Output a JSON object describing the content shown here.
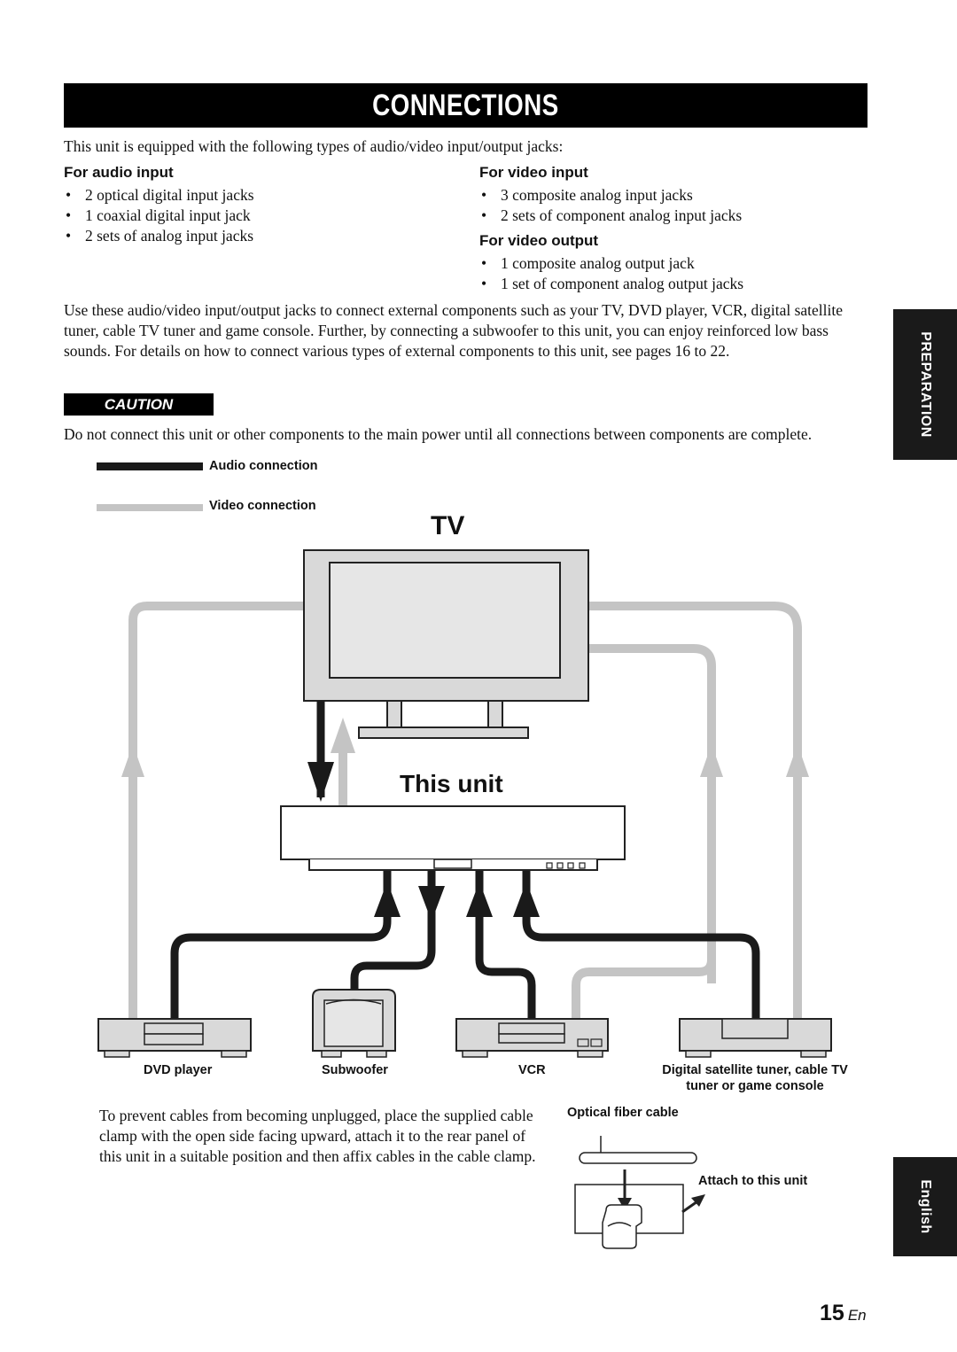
{
  "header": {
    "title": "CONNECTIONS"
  },
  "intro": "This unit is equipped with the following types of audio/video input/output jacks:",
  "audio_input": {
    "heading": "For audio input",
    "items": [
      "2 optical digital input jacks",
      "1 coaxial digital input jack",
      "2 sets of analog input jacks"
    ]
  },
  "video_input": {
    "heading": "For video input",
    "items": [
      "3 composite analog input jacks",
      "2 sets of component analog input jacks"
    ]
  },
  "video_output": {
    "heading": "For video output",
    "items": [
      "1 composite analog output jack",
      "1 set of component analog output jacks"
    ]
  },
  "usage_paragraph": "Use these audio/video input/output jacks to connect external components such as your TV, DVD player, VCR, digital satellite tuner, cable TV tuner and game console. Further, by connecting a subwoofer to this unit, you can enjoy reinforced low bass sounds. For details on how to connect various types of external components to this unit, see pages 16 to 22.",
  "caution": {
    "label": "CAUTION",
    "text": "Do not connect this unit or other components to the main power until all connections between components are complete."
  },
  "side_tabs": {
    "section": "PREPARATION",
    "language": "English"
  },
  "diagram": {
    "legend": {
      "audio": "Audio connection",
      "video": "Video connection"
    },
    "tv_label": "TV",
    "unit_label": "This unit",
    "devices": {
      "dvd": "DVD player",
      "subwoofer": "Subwoofer",
      "vcr": "VCR",
      "tuner_line1": "Digital satellite tuner, cable TV",
      "tuner_line2": "tuner or game console"
    },
    "colors": {
      "audio": "#1a1a1a",
      "video": "#c4c4c4",
      "device_fill": "#d9d9d9"
    }
  },
  "clamp": {
    "text": "To prevent cables from becoming unplugged, place the supplied cable clamp with the open side facing upward, attach it to the rear panel of this unit in a suitable position and then affix cables in the cable clamp.",
    "cable_label": "Optical fiber cable",
    "attach_label": "Attach to this unit"
  },
  "footer": {
    "page_number": "15",
    "lang_suffix": "En"
  }
}
